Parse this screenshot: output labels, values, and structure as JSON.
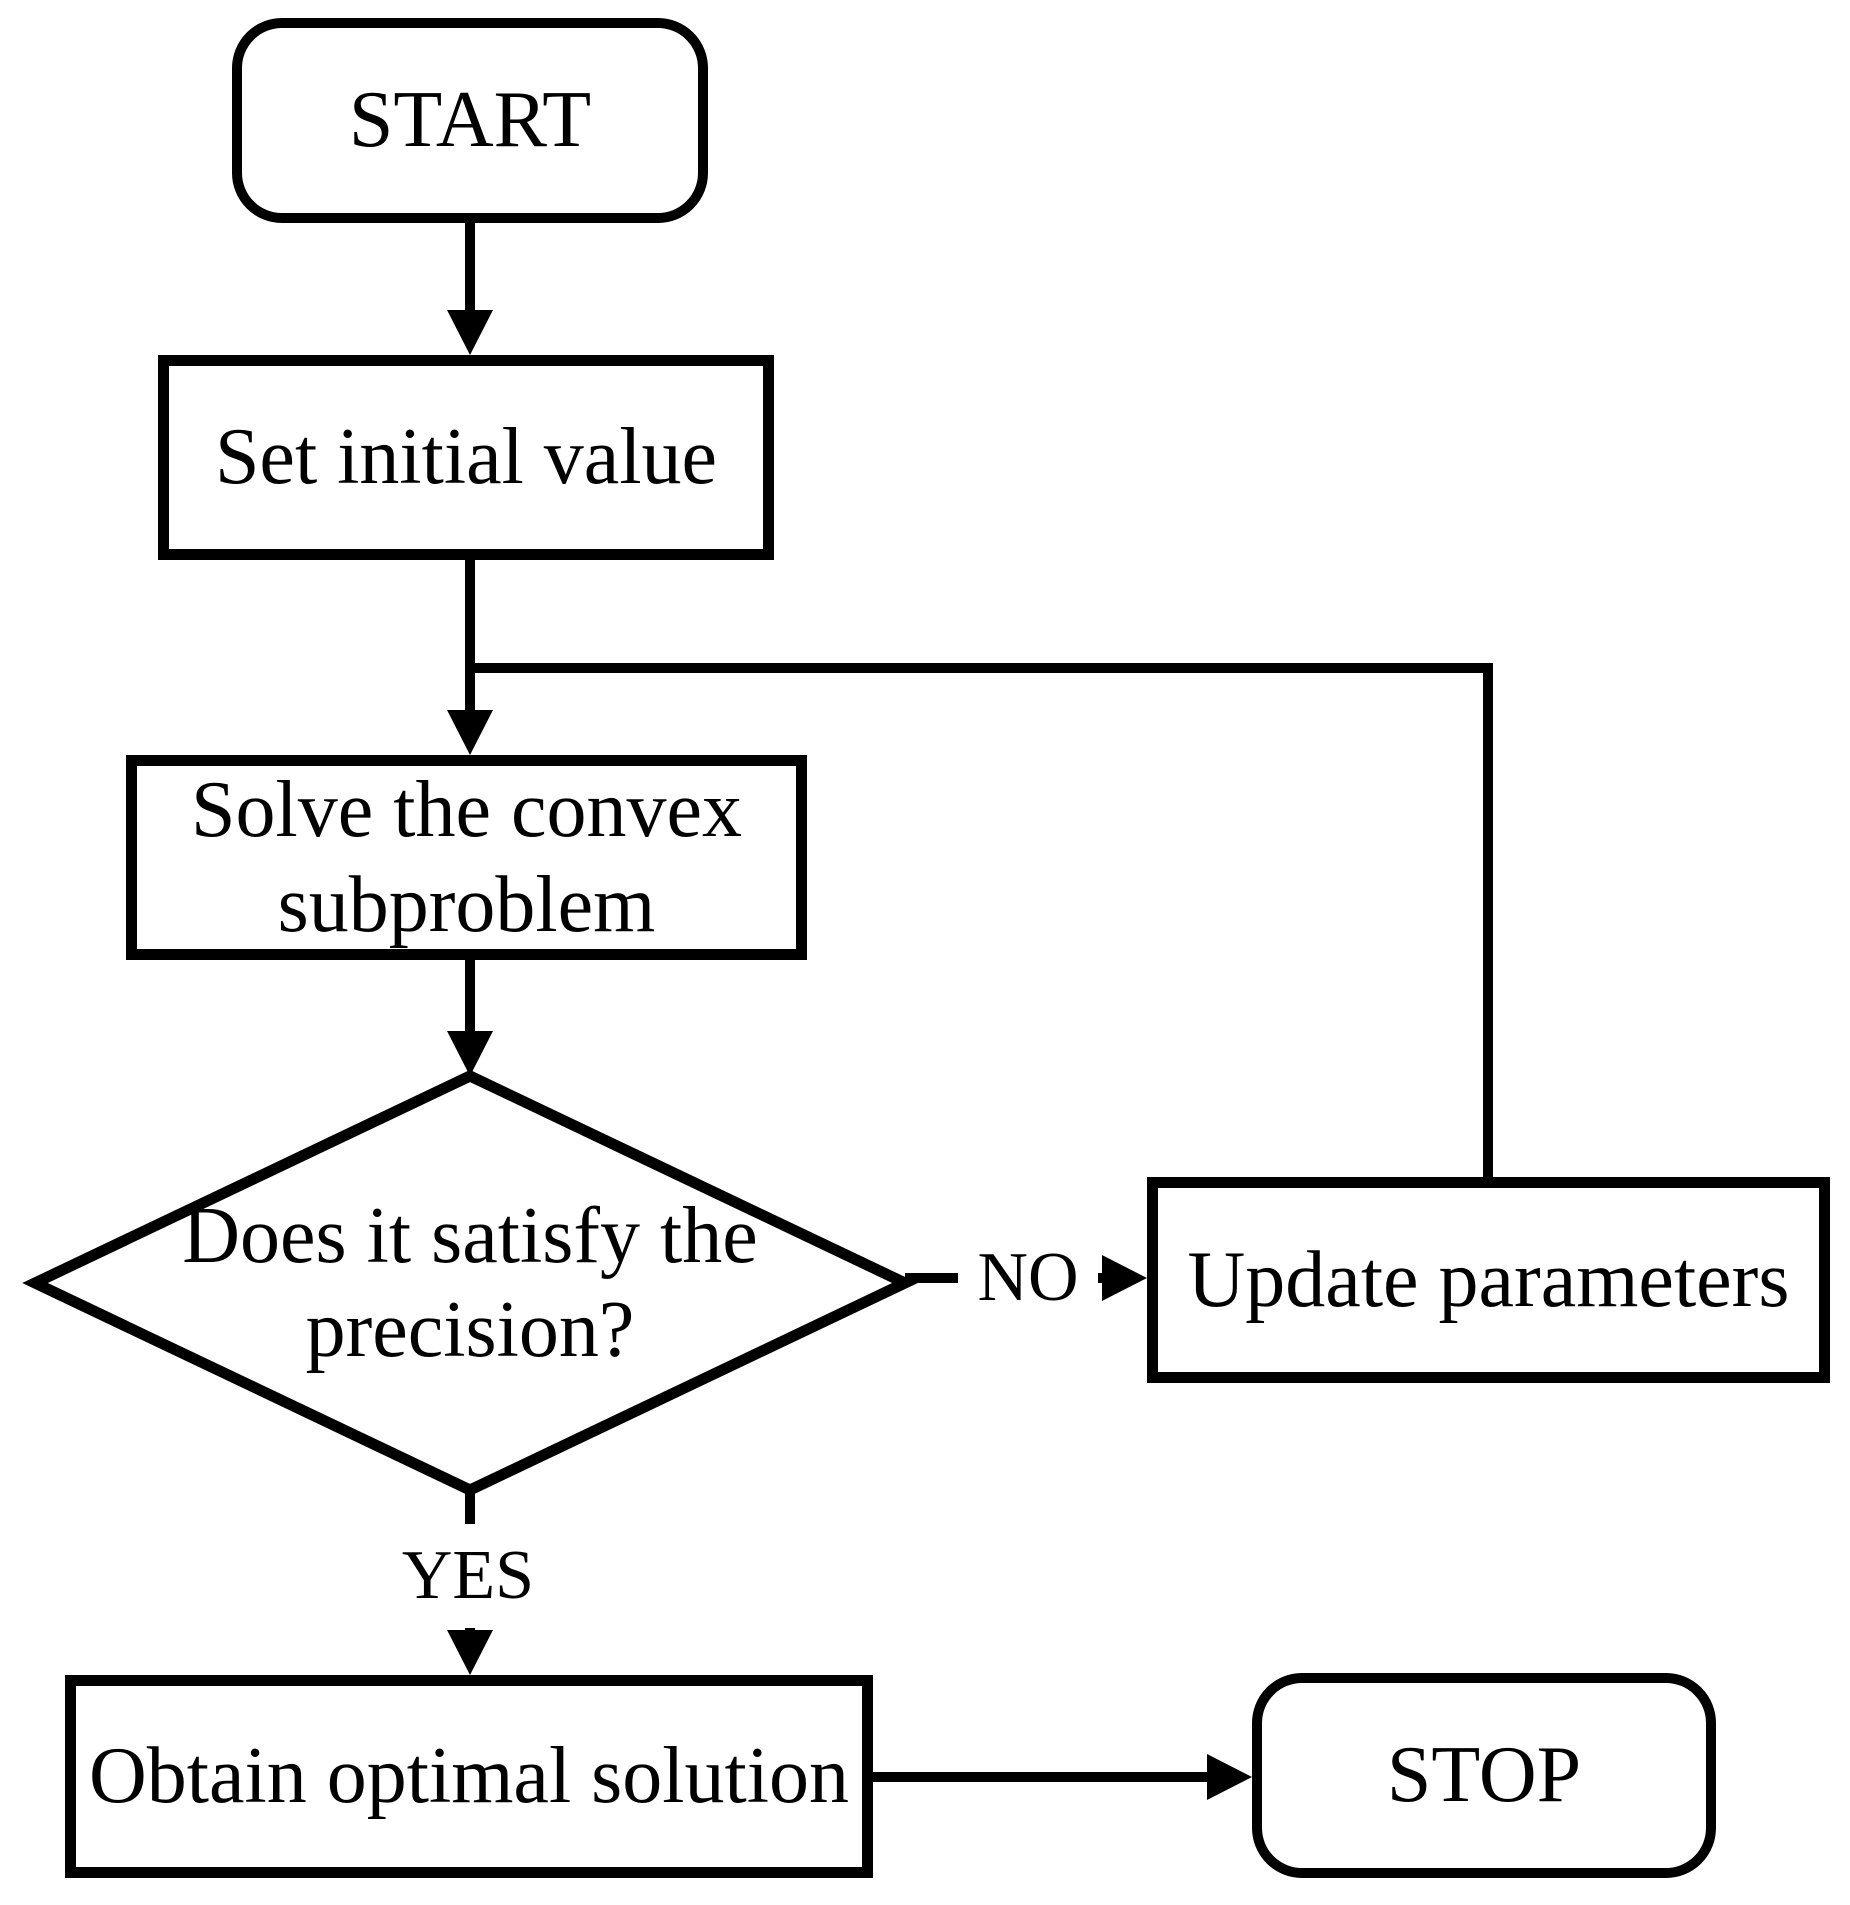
{
  "diagram": {
    "title": "Optimization algorithm flowchart",
    "background_color": "#ffffff",
    "stroke_color": "#000000",
    "nodes": {
      "start": {
        "label": "START",
        "type": "terminator"
      },
      "set": {
        "label": "Set initial value",
        "type": "process"
      },
      "solve": {
        "label": "Solve the convex subproblem",
        "type": "process"
      },
      "decision": {
        "label": "Does it satisfy the precision?",
        "type": "decision"
      },
      "update": {
        "label": "Update parameters",
        "type": "process"
      },
      "obtain": {
        "label": "Obtain optimal solution",
        "type": "process"
      },
      "stop": {
        "label": "STOP",
        "type": "terminator"
      }
    },
    "edges": {
      "no_label": "NO",
      "yes_label": "YES"
    }
  }
}
